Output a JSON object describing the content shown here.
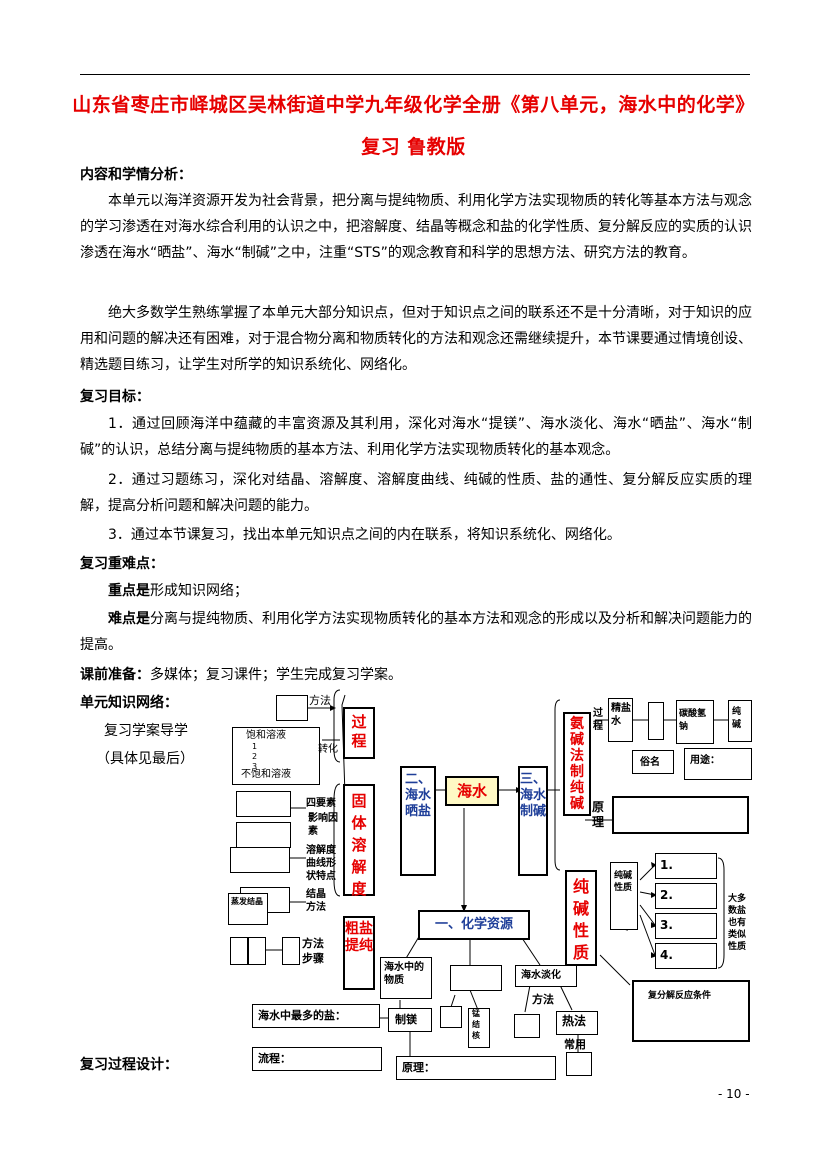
{
  "title_line1": "山东省枣庄市峄城区吴林街道中学九年级化学全册《第八单元，海水中的化学》",
  "title_line2": "复习 鲁教版",
  "section1": {
    "heading": "内容和学情分析：",
    "p1": "本单元以海洋资源开发为社会背景，把分离与提纯物质、利用化学方法实现物质的转化等基本方法与观念的学习渗透在对海水综合利用的认识之中，把溶解度、结晶等概念和盐的化学性质、复分解反应的实质的认识渗透在海水“晒盐”、海水“制碱”之中，注重“STS”的观念教育和科学的思想方法、研究方法的教育。",
    "p2": "绝大多数学生熟练掌握了本单元大部分知识点，但对于知识点之间的联系还不是十分清晰，对于知识的应用和问题的解决还有困难，对于混合物分离和物质转化的方法和观念还需继续提升，本节课要通过情境创设、精选题目练习，让学生对所学的知识系统化、网络化。"
  },
  "section2": {
    "heading": "复习目标：",
    "g1": "1．通过回顾海洋中蕴藏的丰富资源及其利用，深化对海水“提镁”、海水淡化、海水“晒盐”、海水“制碱”的认识，总结分离与提纯物质的基本方法、利用化学方法实现物质转化的基本观念。",
    "g2": "2．通过习题练习，深化对结晶、溶解度、溶解度曲线、纯碱的性质、盐的通性、复分解反应实质的理解，提高分析问题和解决问题的能力。",
    "g3": "3．通过本节课复习，找出本单元知识点之间的内在联系，将知识系统化、网络化。"
  },
  "section3": {
    "heading": "复习重难点：",
    "key_label": "重点是",
    "key_text": "形成知识网络；",
    "diff_label": "难点是",
    "diff_text": "分离与提纯物质、利用化学方法实现物质转化的基本方法和观念的形成以及分析和解决问题能力的提高。"
  },
  "section4": {
    "label": "课前准备：",
    "text": "多媒体；复习课件；学生完成复习学案。"
  },
  "section5": {
    "heading": "单元知识网络：",
    "side1": "复习学案导学",
    "side2": "（具体见最后）"
  },
  "section6": {
    "heading": "复习过程设计："
  },
  "diagram": {
    "center": "海水",
    "chem_resources": "一、化学资源",
    "shaiyan": "二、海水晒盐",
    "zhijian": "三、海水制碱",
    "guocheng": "过程",
    "guti": "固体溶解度",
    "cuyan": "粗盐提纯",
    "anjian": "氨碱法制纯碱",
    "chunjian": "纯碱性质",
    "fangfa": "方法",
    "baohe": "饱和溶液",
    "bubaohe": "不饱和溶液",
    "zhuanhua": "转化",
    "nums": "1 2 3",
    "sige": "四要素",
    "yingxiang": "影响因素",
    "quxian": "溶解度曲线形状特点",
    "jiejing_fangfa": "结晶方法",
    "zhengfa": "蒸发结晶",
    "fangfa2": "方法",
    "buzhou": "步骤",
    "haishui_wuzhi": "海水中的物质",
    "zuiduo": "海水中最多的盐：",
    "zhimei": "制镁",
    "liucheng": "流程：",
    "yuanli": "原理：",
    "mengjiehe": "锰结核",
    "danhua": "海水淡化",
    "fangfa3": "方法",
    "refa": "热法",
    "changyong": "常用",
    "guo_cheng": "过程",
    "jingyan": "精盐水",
    "tan": "碳酸氢钠",
    "chun": "纯碱",
    "suming": "俗名",
    "yongtu": "用途：",
    "yuanli2": "原理",
    "chunjian_xingzhi": "纯碱性质",
    "n1": "1.",
    "n2": "2.",
    "n3": "3.",
    "n4": "4.",
    "daduo": "大多数盐也有类似性质",
    "fufenjie": "复分解反应条件"
  },
  "page_number": "- 10 -"
}
